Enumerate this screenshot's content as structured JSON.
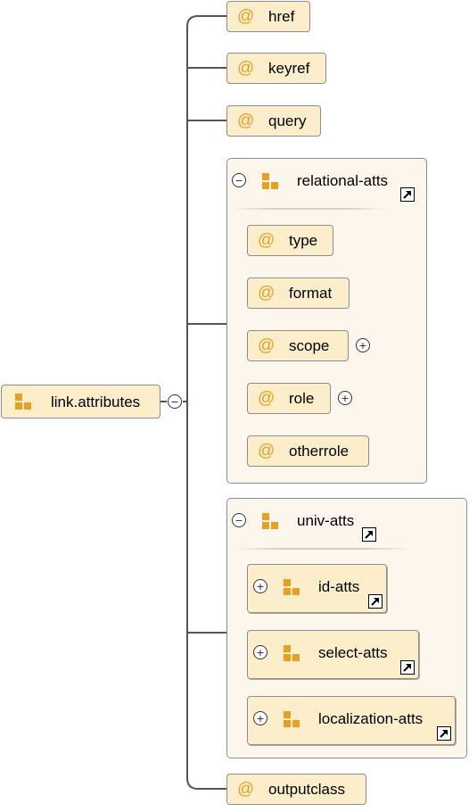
{
  "root": {
    "label": "link.attributes",
    "icon": "group-icon"
  },
  "attributes_top": [
    {
      "symbol": "@",
      "label": "href"
    },
    {
      "symbol": "@",
      "label": "keyref"
    },
    {
      "symbol": "@",
      "label": "query"
    }
  ],
  "relational": {
    "label": "relational-atts",
    "attributes": [
      {
        "symbol": "@",
        "label": "type"
      },
      {
        "symbol": "@",
        "label": "format"
      },
      {
        "symbol": "@",
        "label": "scope"
      },
      {
        "symbol": "@",
        "label": "role"
      },
      {
        "symbol": "@",
        "label": "otherrole"
      }
    ]
  },
  "univ": {
    "label": "univ-atts",
    "groups": [
      {
        "label": "id-atts"
      },
      {
        "label": "select-atts"
      },
      {
        "label": "localization-atts"
      }
    ]
  },
  "attribute_bottom": {
    "symbol": "@",
    "label": "outputclass"
  },
  "toggles": {
    "collapse": "−",
    "expand": "+"
  },
  "colors": {
    "attr_fill": "#fdeecb",
    "group_fill": "#fdf6ec",
    "icon": "#e8a020",
    "line": "#555555"
  }
}
